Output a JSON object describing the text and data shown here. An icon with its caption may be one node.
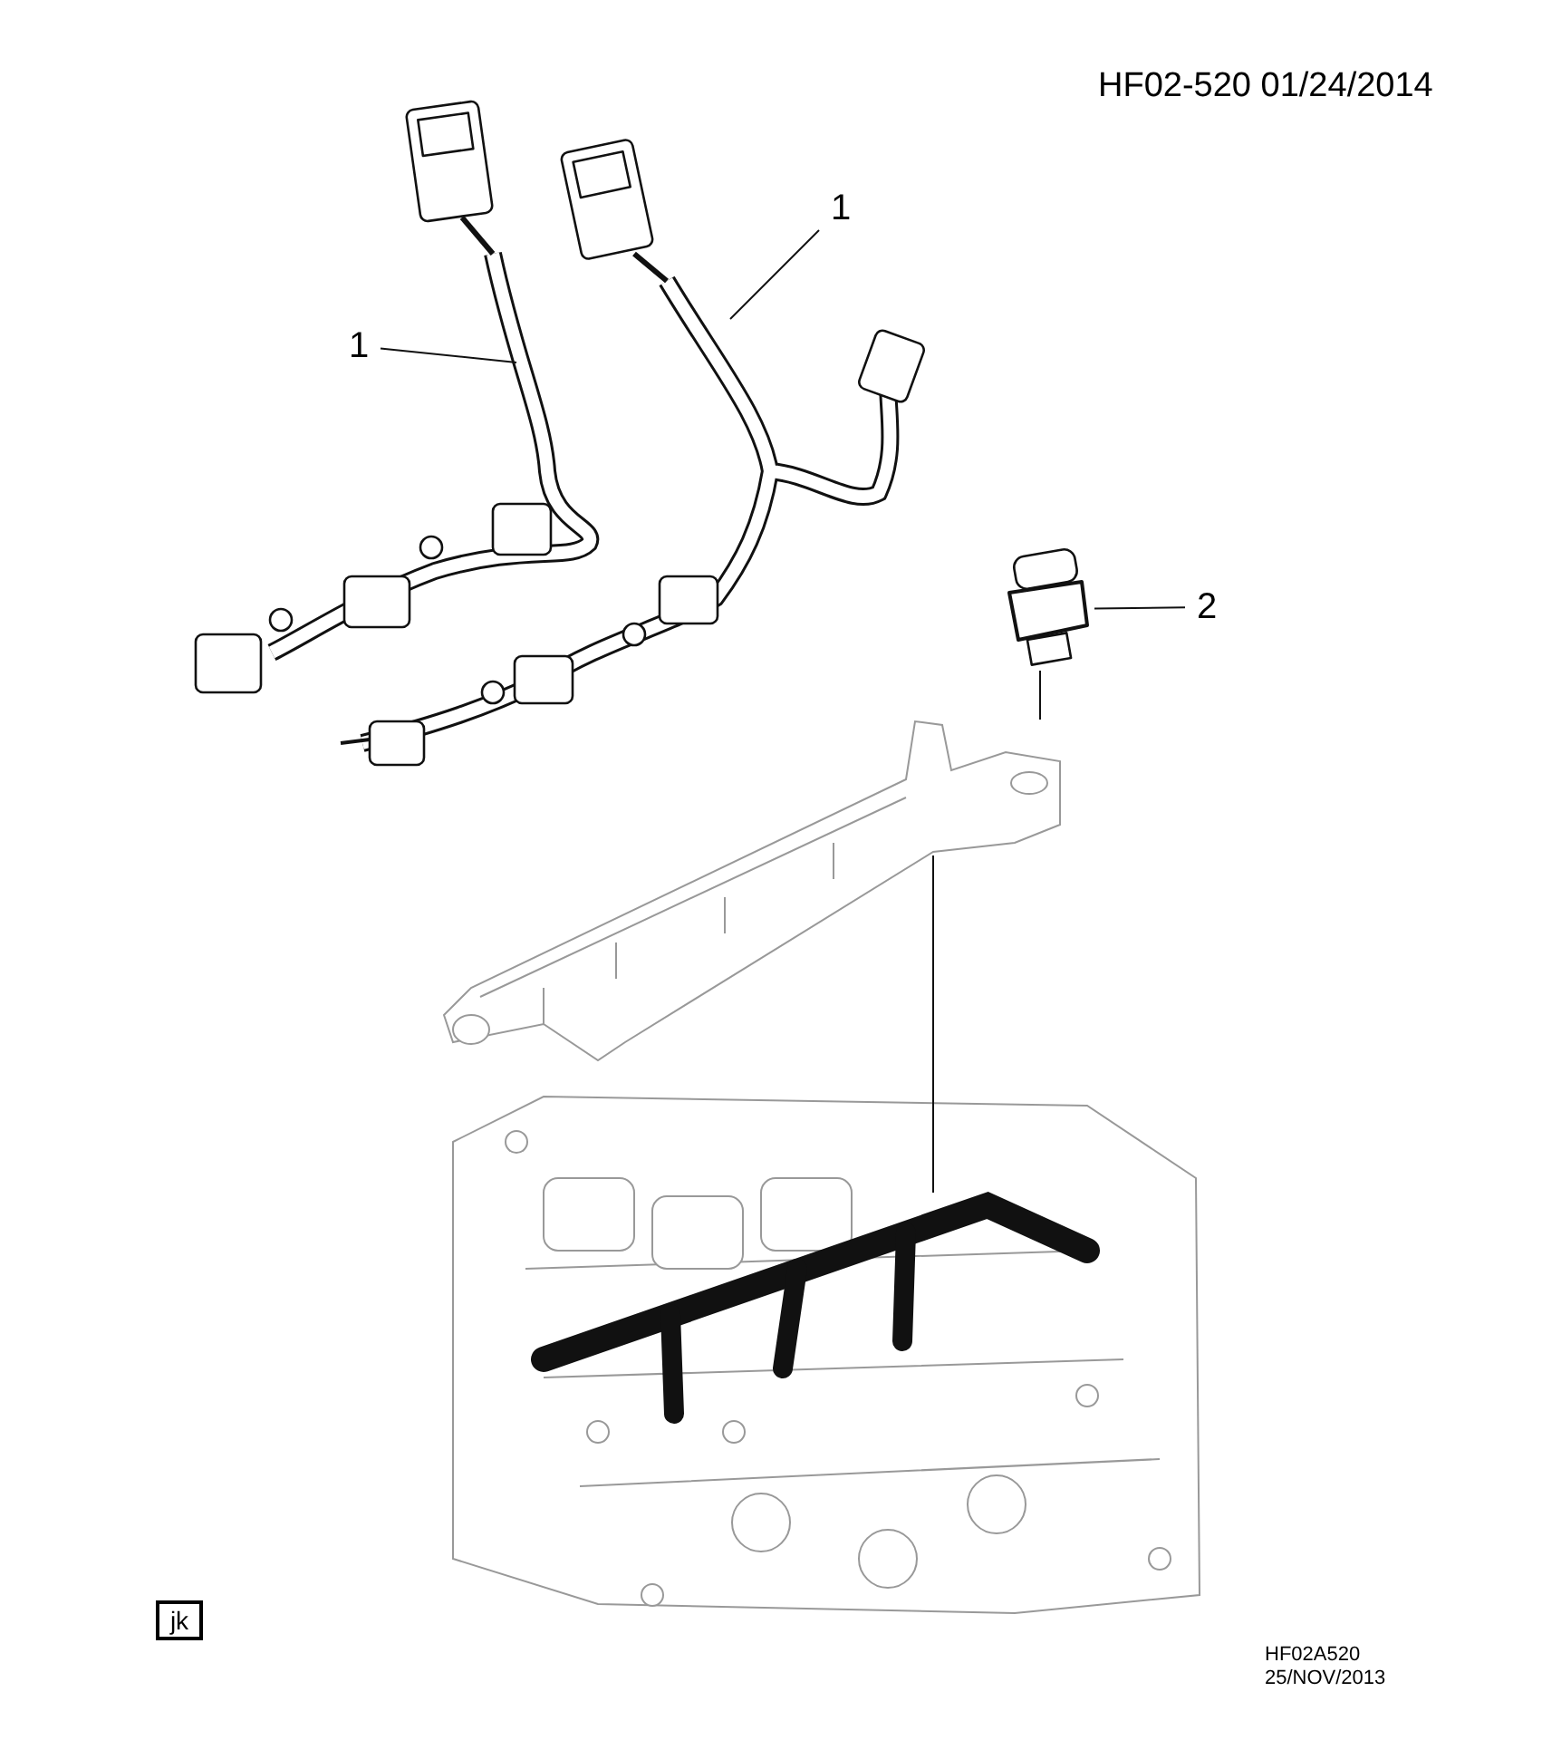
{
  "diagram": {
    "nodes": [
      {
        "text": [
          "1"
        ]
      },
      {
        "text": [
          "1"
        ]
      },
      {
        "text": [
          "2"
        ]
      },
      {
        "text": [
          "jk"
        ]
      },
      {
        "text": [],
        "shape": "picture"
      },
      {
        "text": [],
        "shape": "picture"
      },
      {
        "text": [],
        "shape": "picture"
      },
      {
        "text": [],
        "shape": "picture",
        "in": 6
      }
    ],
    "edges": [
      {
        "from": 0,
        "to": null,
        "arrow": "none"
      },
      {
        "from": 1,
        "to": null,
        "arrow": "none"
      },
      {
        "from": 2,
        "to": 4,
        "arrow": "none"
      },
      {
        "from": 4,
        "to": 5,
        "arrow": "none"
      },
      {
        "from": 5,
        "to": 7,
        "arrow": "none"
      }
    ],
    "labels": [
      "HF02-520 01/24/2014",
      "HF02A520",
      "25/NOV/2013"
    ]
  }
}
